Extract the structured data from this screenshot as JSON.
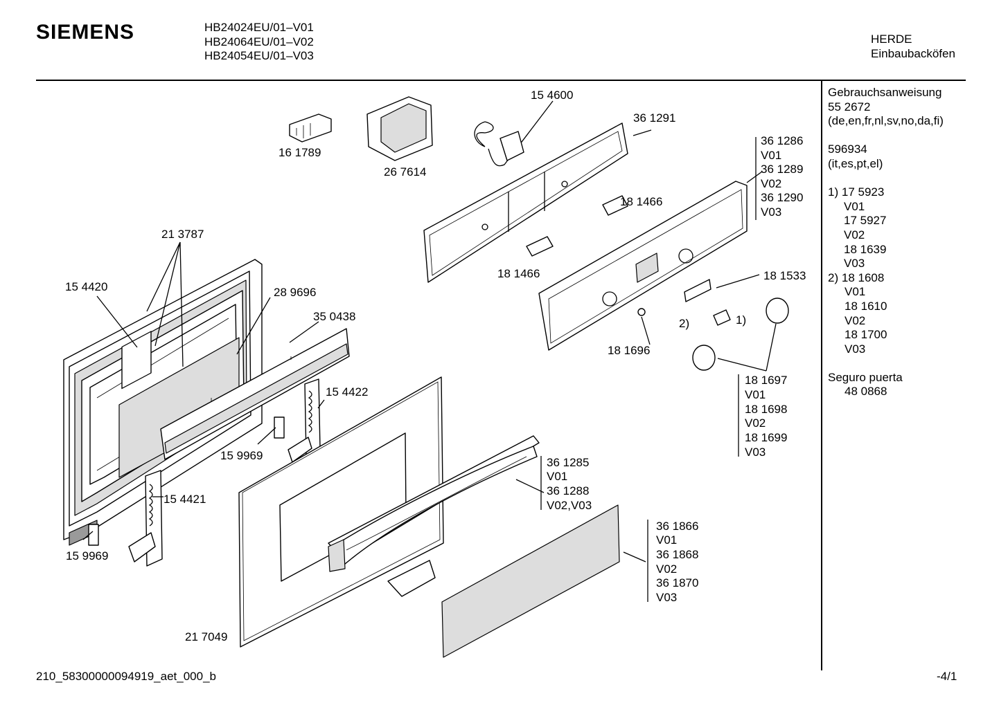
{
  "header": {
    "brand": "SIEMENS",
    "models": [
      "HB24024EU/01–V01",
      "HB24064EU/01–V02",
      "HB24054EU/01–V03"
    ],
    "category": [
      "HERDE",
      "Einbaubacköfen"
    ]
  },
  "side_notes": {
    "manual_title": "Gebrauchsanweisung",
    "manual_no": "55 2672",
    "manual_langs": "(de,en,fr,nl,sv,no,da,fi)",
    "manual2_no": "596934",
    "manual2_langs": "(it,es,pt,el)",
    "note1_label": "1)",
    "note1": [
      "17 5923",
      "V01",
      "17 5927",
      "V02",
      "18 1639",
      "V03"
    ],
    "note2_label": "2)",
    "note2": [
      "18 1608",
      "V01",
      "18 1610",
      "V02",
      "18 1700",
      "V03"
    ],
    "door_lock_title": "Seguro puerta",
    "door_lock_no": "48 0868"
  },
  "labels": {
    "l161789": "16 1789",
    "l267614": "26 7614",
    "l154600": "15 4600",
    "l361291": "36 1291",
    "l361286_group": [
      "36 1286",
      "V01",
      "36 1289",
      "V02",
      "36 1290",
      "V03"
    ],
    "l181466a": "18 1466",
    "l181466b": "18 1466",
    "l213787": "21 3787",
    "l154420": "15 4420",
    "l289696": "28 9696",
    "l350438": "35 0438",
    "l181533": "18 1533",
    "l181696": "18 1696",
    "l_note2": "2)",
    "l_note1": "1)",
    "l181697_group": [
      "18 1697",
      "V01",
      "18 1698",
      "V02",
      "18 1699",
      "V03"
    ],
    "l154422": "15 4422",
    "l159969a": "15 9969",
    "l361285_group": [
      "36 1285",
      "V01",
      "36 1288",
      "V02,V03"
    ],
    "l154421": "15 4421",
    "l159969b": "15 9969",
    "l361866_group": [
      "36 1866",
      "V01",
      "36 1868",
      "V02",
      "36 1870",
      "V03"
    ],
    "l217049": "21 7049"
  },
  "footer": {
    "doc_id": "210_58300000094919_aet_000_b",
    "page": "-4/1"
  }
}
